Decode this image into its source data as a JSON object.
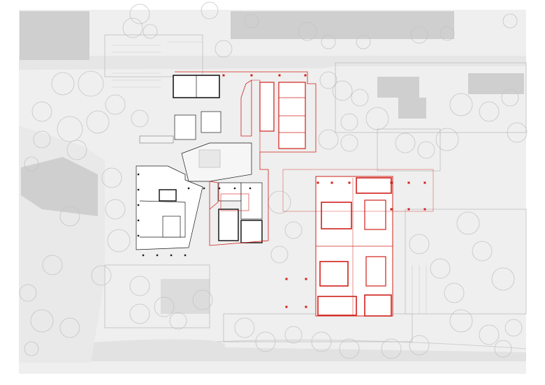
{
  "drawing": {
    "type": "architectural site plan",
    "colors": {
      "background": "#ffffff",
      "site_fill": "#efefef",
      "road_fill": "#e4e4e4",
      "existing_building": "#cfcfcf",
      "tree_outline": "#c8c8c8",
      "existing_plan_line": "#1a1a1a",
      "new_construction": "#d0201a"
    },
    "existing_buildings_count": 7,
    "new_wings_count": 2
  }
}
